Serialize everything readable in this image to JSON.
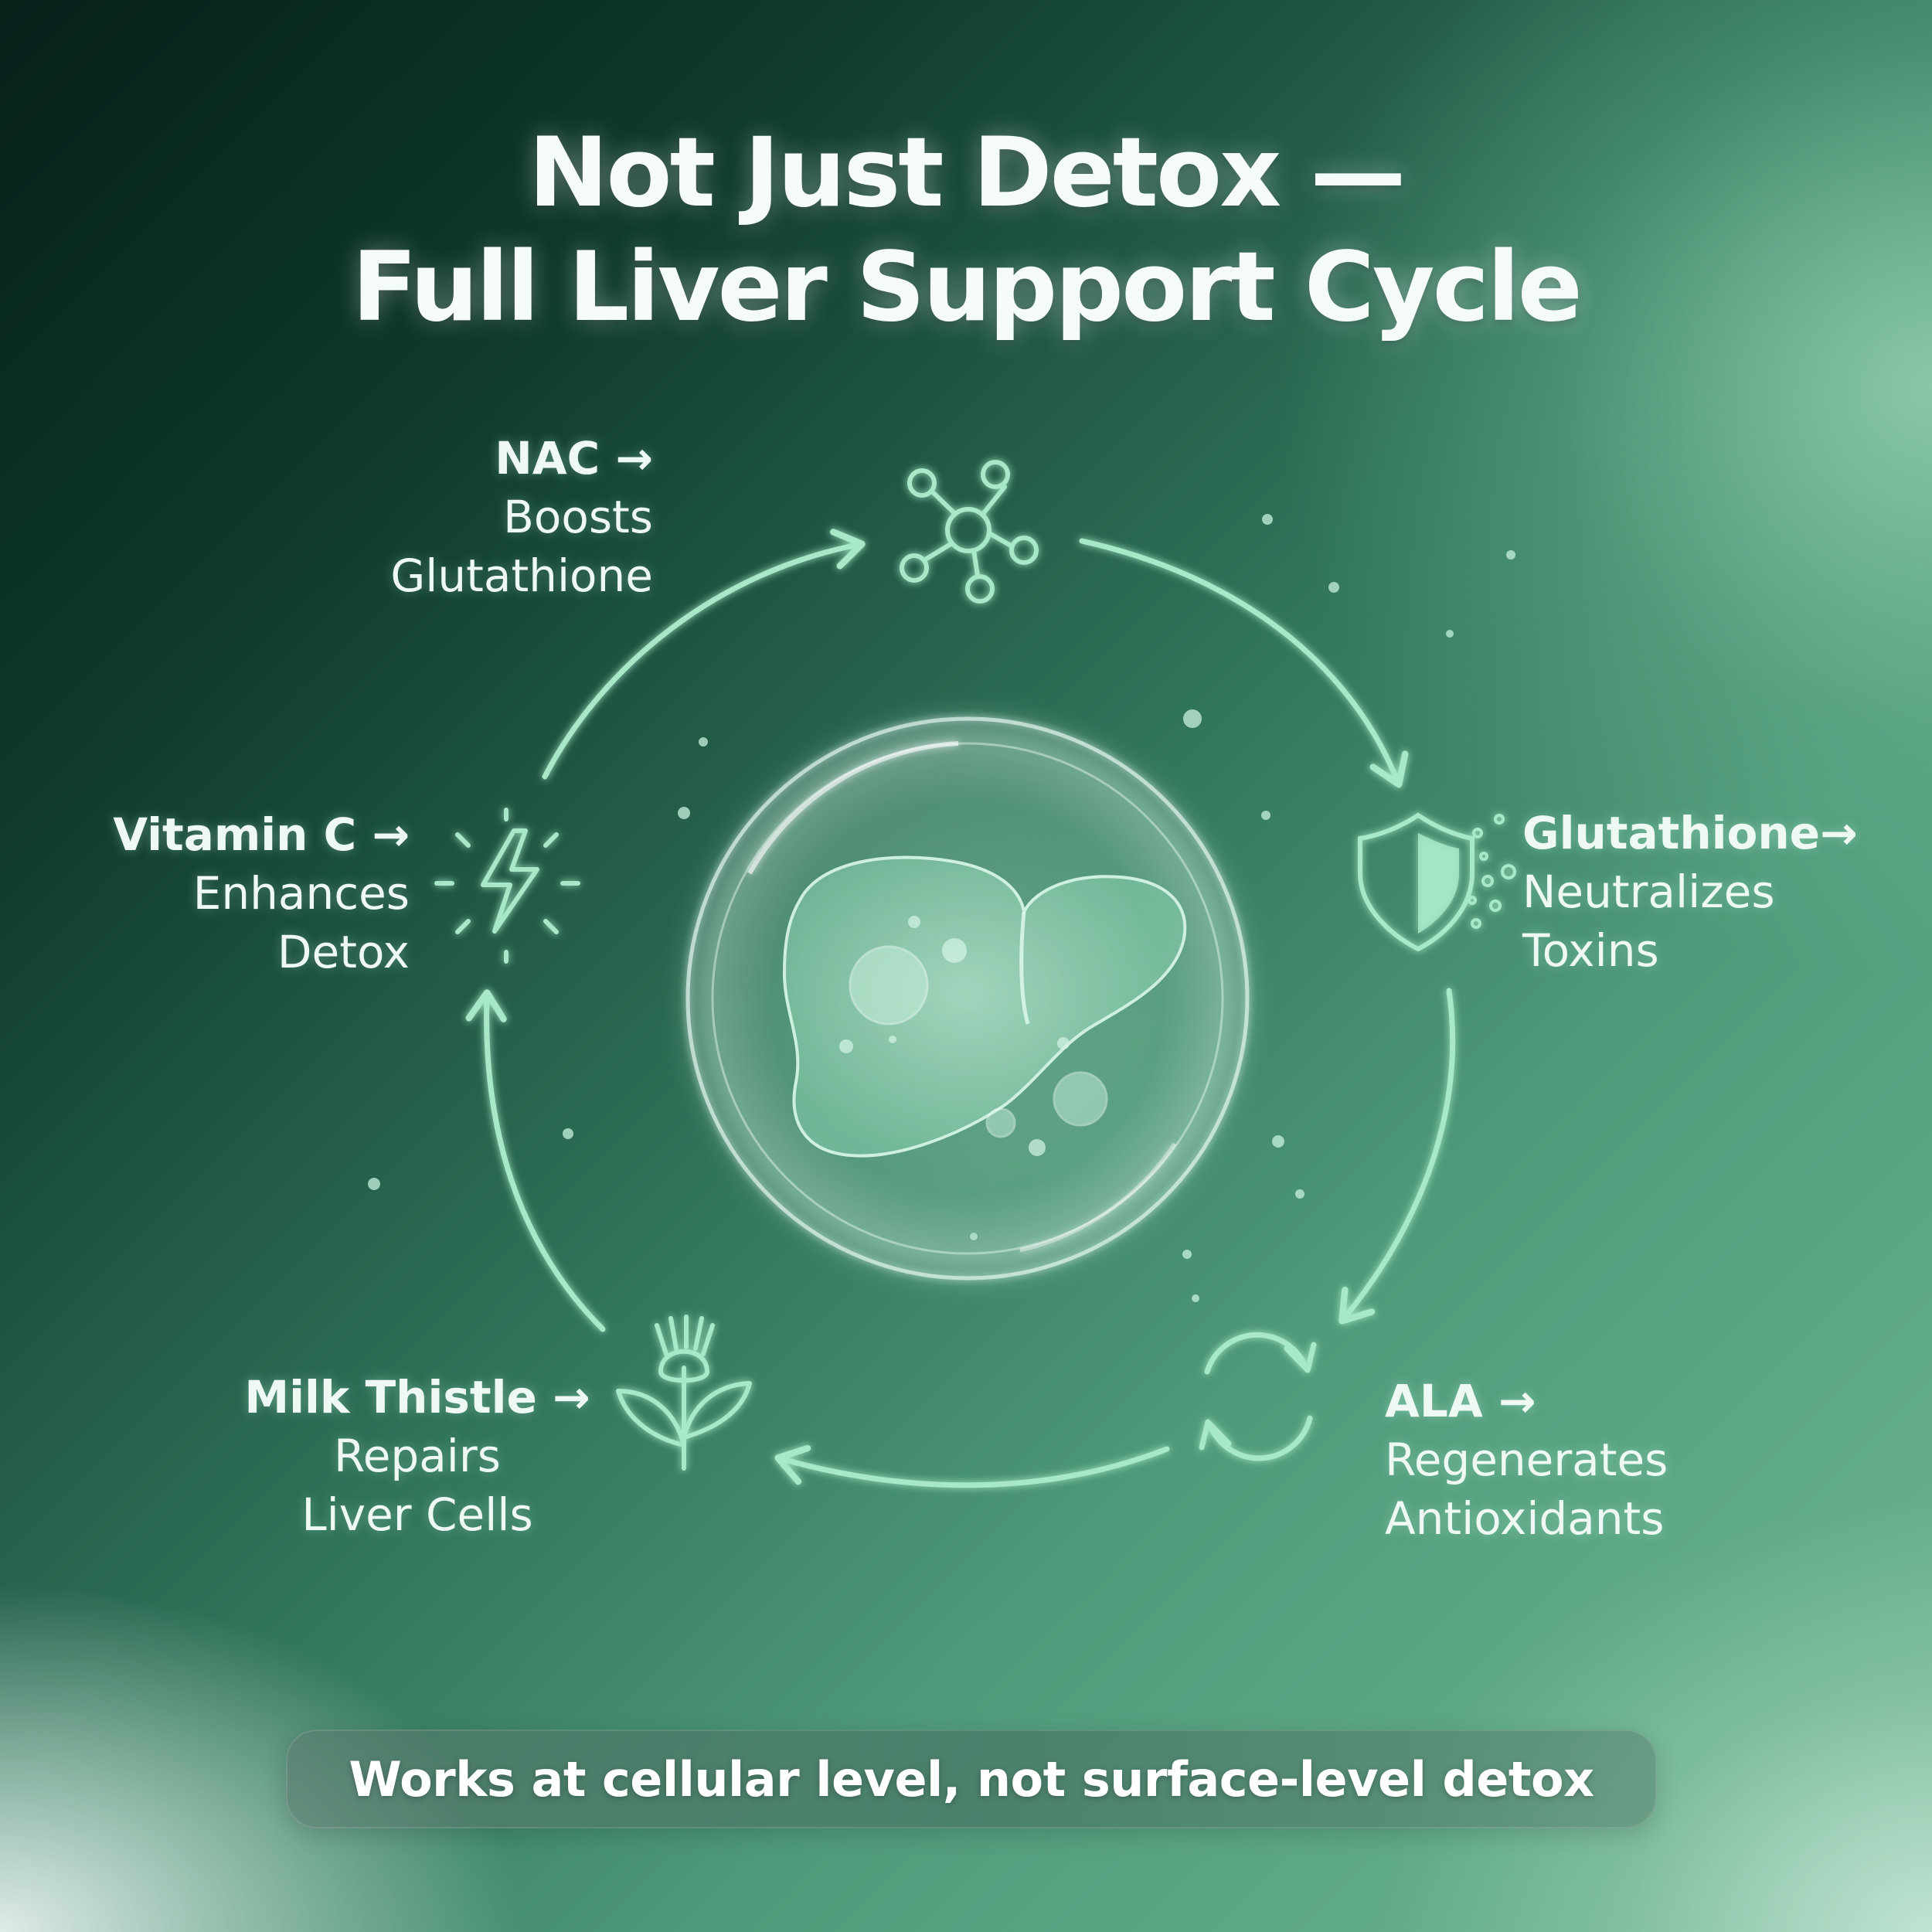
{
  "title": {
    "line1": "Not Just Detox —",
    "line2": "Full Liver Support Cycle"
  },
  "steps": [
    {
      "id": "nac",
      "lead": "NAC →",
      "line2": "Boosts",
      "line3": "Glutathione",
      "icon": "molecule-icon"
    },
    {
      "id": "glutathione",
      "lead": "Glutathione→",
      "line2": "Neutralizes",
      "line3": "Toxins",
      "icon": "shield-icon"
    },
    {
      "id": "ala",
      "lead": "ALA →",
      "line2": "Regenerates",
      "line3": "Antioxidants",
      "icon": "refresh-cycle-icon"
    },
    {
      "id": "milk-thistle",
      "lead": "Milk Thistle →",
      "line2": "Repairs",
      "line3": "Liver Cells",
      "icon": "thistle-flower-icon"
    },
    {
      "id": "vitamin-c",
      "lead": "Vitamin C →",
      "line2": "Enhances",
      "line3": "Detox",
      "icon": "lightning-icon"
    }
  ],
  "center_icon": "liver-icon",
  "footer": {
    "banner_text": "Works at cellular level, not surface-level detox"
  },
  "colors": {
    "line": "#a6e8c8",
    "text": "#eef9f3"
  }
}
